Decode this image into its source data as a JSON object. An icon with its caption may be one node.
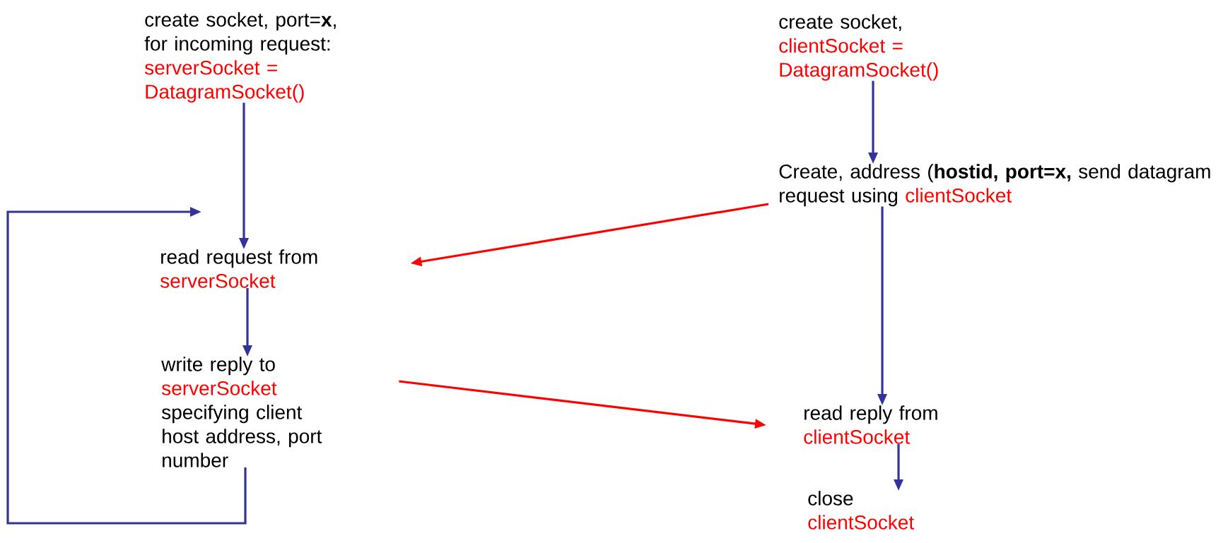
{
  "diagram": {
    "nodes": [
      {
        "text": [
          "create socket, port=**x**, for incoming request:",
          "serverSocket = DatagramSocket()"
        ]
      },
      {
        "text": [
          "read request from",
          "serverSocket"
        ]
      },
      {
        "text": [
          "write reply to",
          "serverSocket",
          "specifying client host address, port number"
        ]
      },
      {
        "text": [
          "create socket,",
          "clientSocket = DatagramSocket()"
        ]
      },
      {
        "text": [
          "Create, address (**hostid, port=x,** send datagram request using",
          "clientSocket"
        ]
      },
      {
        "text": [
          "read reply from",
          "clientSocket"
        ]
      },
      {
        "text": [
          "close",
          "clientSocket"
        ]
      }
    ],
    "edges": [
      {
        "from": 0,
        "to": 1,
        "arrow": "to"
      },
      {
        "from": 1,
        "to": 2,
        "arrow": "to"
      },
      {
        "from": 2,
        "to": 1,
        "arrow": "to"
      },
      {
        "from": 3,
        "to": 4,
        "arrow": "to"
      },
      {
        "from": 4,
        "to": 1,
        "arrow": "to",
        "color": "#ff0000"
      },
      {
        "from": 4,
        "to": 5,
        "arrow": "to"
      },
      {
        "from": 2,
        "to": 5,
        "arrow": "to",
        "color": "#ff0000"
      },
      {
        "from": 5,
        "to": 6,
        "arrow": "to"
      }
    ]
  }
}
